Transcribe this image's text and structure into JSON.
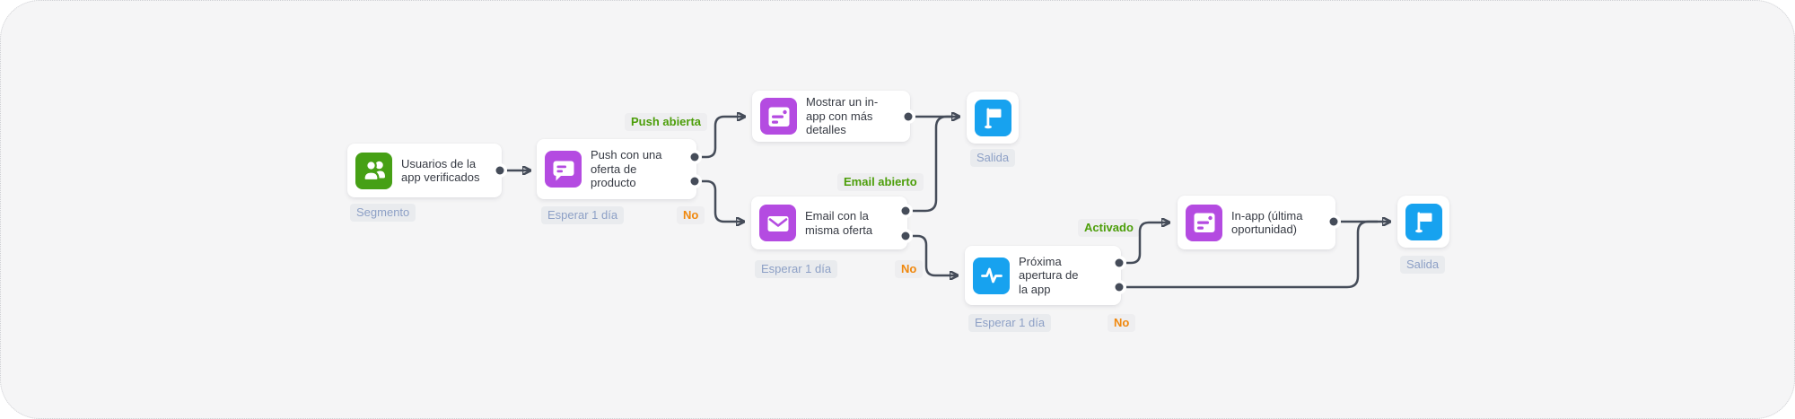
{
  "canvas": {
    "background": "#f5f5f6",
    "page_background": "#ffffff",
    "border_color": "#cfd0d4"
  },
  "palette": {
    "edge": "#454c59",
    "card_bg": "#ffffff",
    "node_text": "#363a43",
    "icon_green": "#46a015",
    "icon_purple": "#b44be1",
    "icon_blue": "#17a2ef",
    "pill_bg": "#e9ebee",
    "pill_muted_text": "#8da0c6",
    "pill_green_text": "#4c9e09",
    "pill_orange_text": "#f0880e"
  },
  "nodes": {
    "segment": {
      "label": "Usuarios de la\napp verificados",
      "icon": "users-icon",
      "type_badge": "Segmento"
    },
    "push": {
      "label": "Push con una\noferta de\nproducto",
      "icon": "push-icon",
      "wait_badge": "Esperar 1 día",
      "no_badge": "No"
    },
    "inapp1": {
      "label": "Mostrar un in-\napp con más\ndetalles",
      "icon": "inapp-icon"
    },
    "email": {
      "label": "Email con la\nmisma oferta",
      "icon": "email-icon",
      "wait_badge": "Esperar 1 día",
      "no_badge": "No"
    },
    "exit1": {
      "label": "Salida",
      "icon": "flag-icon"
    },
    "next_open": {
      "label": "Próxima\napertura de\nla app",
      "icon": "pulse-icon",
      "wait_badge": "Esperar 1 día",
      "no_badge": "No"
    },
    "inapp2": {
      "label": "In-app (última\noportunidad)",
      "icon": "inapp-icon"
    },
    "exit2": {
      "label": "Salida",
      "icon": "flag-icon"
    }
  },
  "edge_labels": {
    "push_opened": "Push abierta",
    "email_opened": "Email abierto",
    "activated": "Activado"
  }
}
